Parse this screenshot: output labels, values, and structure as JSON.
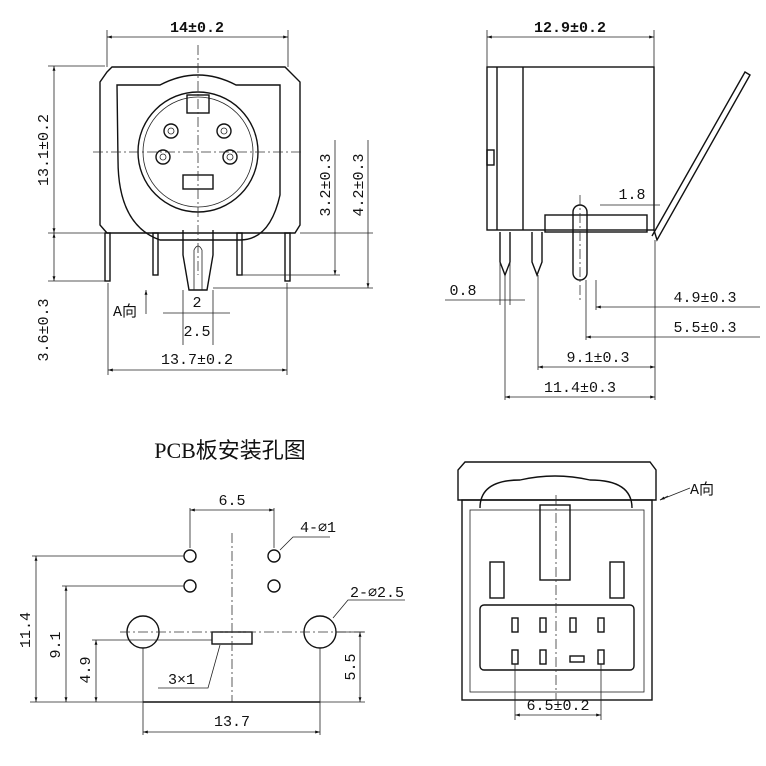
{
  "front_view": {
    "width": "14±0.2",
    "height": "13.1±0.2",
    "pin_length": "3.6±0.3",
    "dim_a": "3.2±0.3",
    "dim_b": "4.2±0.3",
    "direction_label": "A向",
    "pin_width": "2",
    "pin_pitch": "2.5",
    "pin_span": "13.7±0.2"
  },
  "side_view": {
    "depth": "12.9±0.2",
    "dim_1_8": "1.8",
    "dim_0_8": "0.8",
    "dim_4_9": "4.9±0.3",
    "dim_5_5": "5.5±0.3",
    "dim_9_1": "9.1±0.3",
    "dim_11_4": "11.4±0.3"
  },
  "pcb_layout": {
    "title": "PCB板安装孔图",
    "hole_pitch": "6.5",
    "small_holes": "4-⌀1",
    "large_holes": "2-⌀2.5",
    "dim_11_4": "11.4",
    "dim_9_1": "9.1",
    "dim_4_9": "4.9",
    "slot": "3×1",
    "dim_5_5": "5.5",
    "span": "13.7"
  },
  "bottom_view": {
    "direction_label": "A向",
    "pitch": "6.5±0.2"
  }
}
